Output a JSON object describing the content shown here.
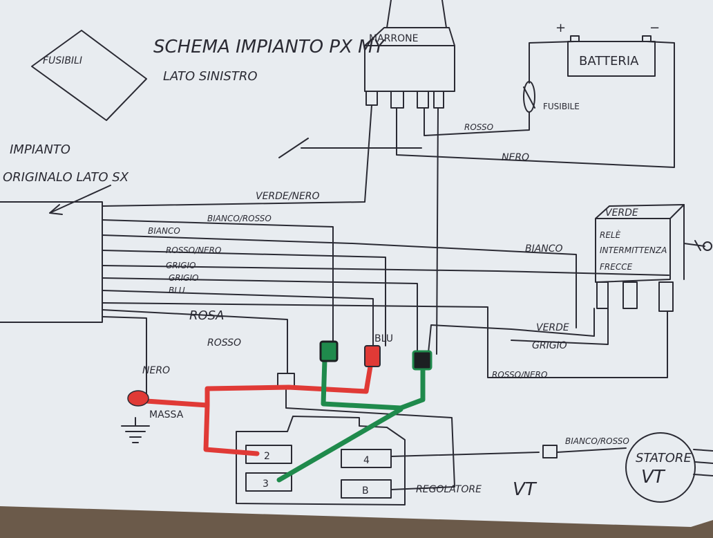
{
  "title": "SCHEMA IMPIANTO PX MY",
  "subtitle": "LATO SINISTRO",
  "fuse_box_label": "FUSIBILI",
  "original_harness": {
    "line1": "IMPIANTO",
    "line2": "ORIGINALO LATO SX"
  },
  "battery": {
    "label": "BATTERIA",
    "plus": "+",
    "minus": "−"
  },
  "battery_fuse_label": "FUSIBILE",
  "brown_relay_label": "MARRONE",
  "green_relay": {
    "label": "VERDE",
    "line1": "RELÈ",
    "line2": "INTERMITTENZA",
    "line3": "FRECCE"
  },
  "ground_label": "MASSA",
  "regulator": {
    "label": "REGOLATORE",
    "model": "VT",
    "terminals": [
      "2",
      "4",
      "3",
      "B"
    ]
  },
  "stator": {
    "line1": "STATORE",
    "line2": "VT"
  },
  "wires": {
    "rosso_top": "ROSSO",
    "nero_top": "NERO",
    "verde_nero": "VERDE/NERO",
    "bianco_rosso": "BIANCO/ROSSO",
    "bianco": "BIANCO",
    "rosso_nero": "ROSSO/NERO",
    "grigio_1": "GRIGIO",
    "grigio_2": "GRIGIO",
    "blu": "BLU",
    "rosa": "ROSA",
    "rosso": "ROSSO",
    "nero_ground": "NERO",
    "blu_connector": "BLU",
    "bianco_relay": "BIANCO",
    "verde_relay": "VERDE",
    "grigio_relay": "GRIGIO",
    "rosso_nero_bottom": "ROSSO/NERO",
    "bianco_rosso_stator": "BIANCO/ROSSO"
  },
  "colors": {
    "paper": "#e8ecf0",
    "ink": "#2a2a33",
    "red_wire": "#e03a36",
    "green_wire": "#1f8a4c",
    "dark_connector": "#1c1f22"
  }
}
